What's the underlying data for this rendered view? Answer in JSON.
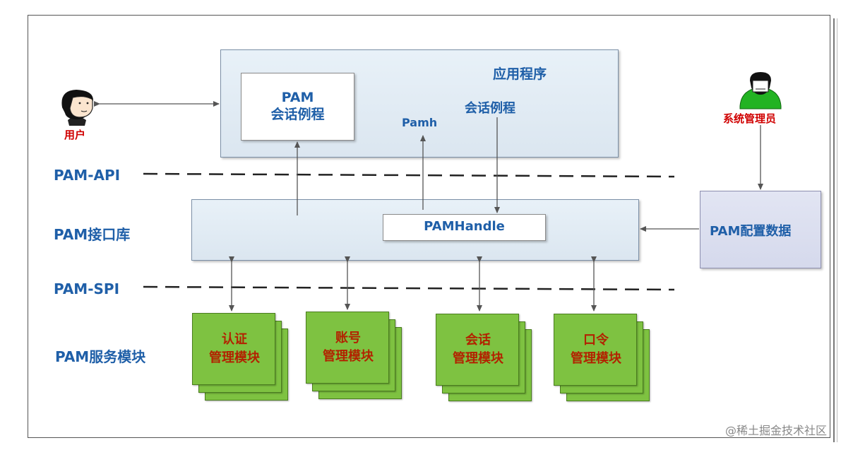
{
  "diagram": {
    "application": {
      "title": "应用程序",
      "pam_session_line1": "PAM",
      "pam_session_line2": "会话例程",
      "session_routine": "会话例程",
      "pamh": "Pamh"
    },
    "user": {
      "label": "用户"
    },
    "admin": {
      "label": "系统管理员"
    },
    "layers": {
      "api": "PAM-API",
      "library": "PAM接口库",
      "spi": "PAM-SPI",
      "services": "PAM服务模块"
    },
    "library": {
      "handle": "PAMHandle"
    },
    "config": {
      "label": "PAM配置数据"
    },
    "modules": [
      {
        "line1": "认证",
        "line2": "管理模块"
      },
      {
        "line1": "账号",
        "line2": "管理模块"
      },
      {
        "line1": "会话",
        "line2": "管理模块"
      },
      {
        "line1": "口令",
        "line2": "管理模块"
      }
    ],
    "watermark": "@稀土掘金技术社区",
    "colors": {
      "layer_text": "#1f5fa8",
      "module_fill": "#7ec241",
      "module_text": "#b22200",
      "admin_text": "#d00000",
      "box_fill": "#dbe6f0",
      "admin_body": "#22b322"
    }
  }
}
